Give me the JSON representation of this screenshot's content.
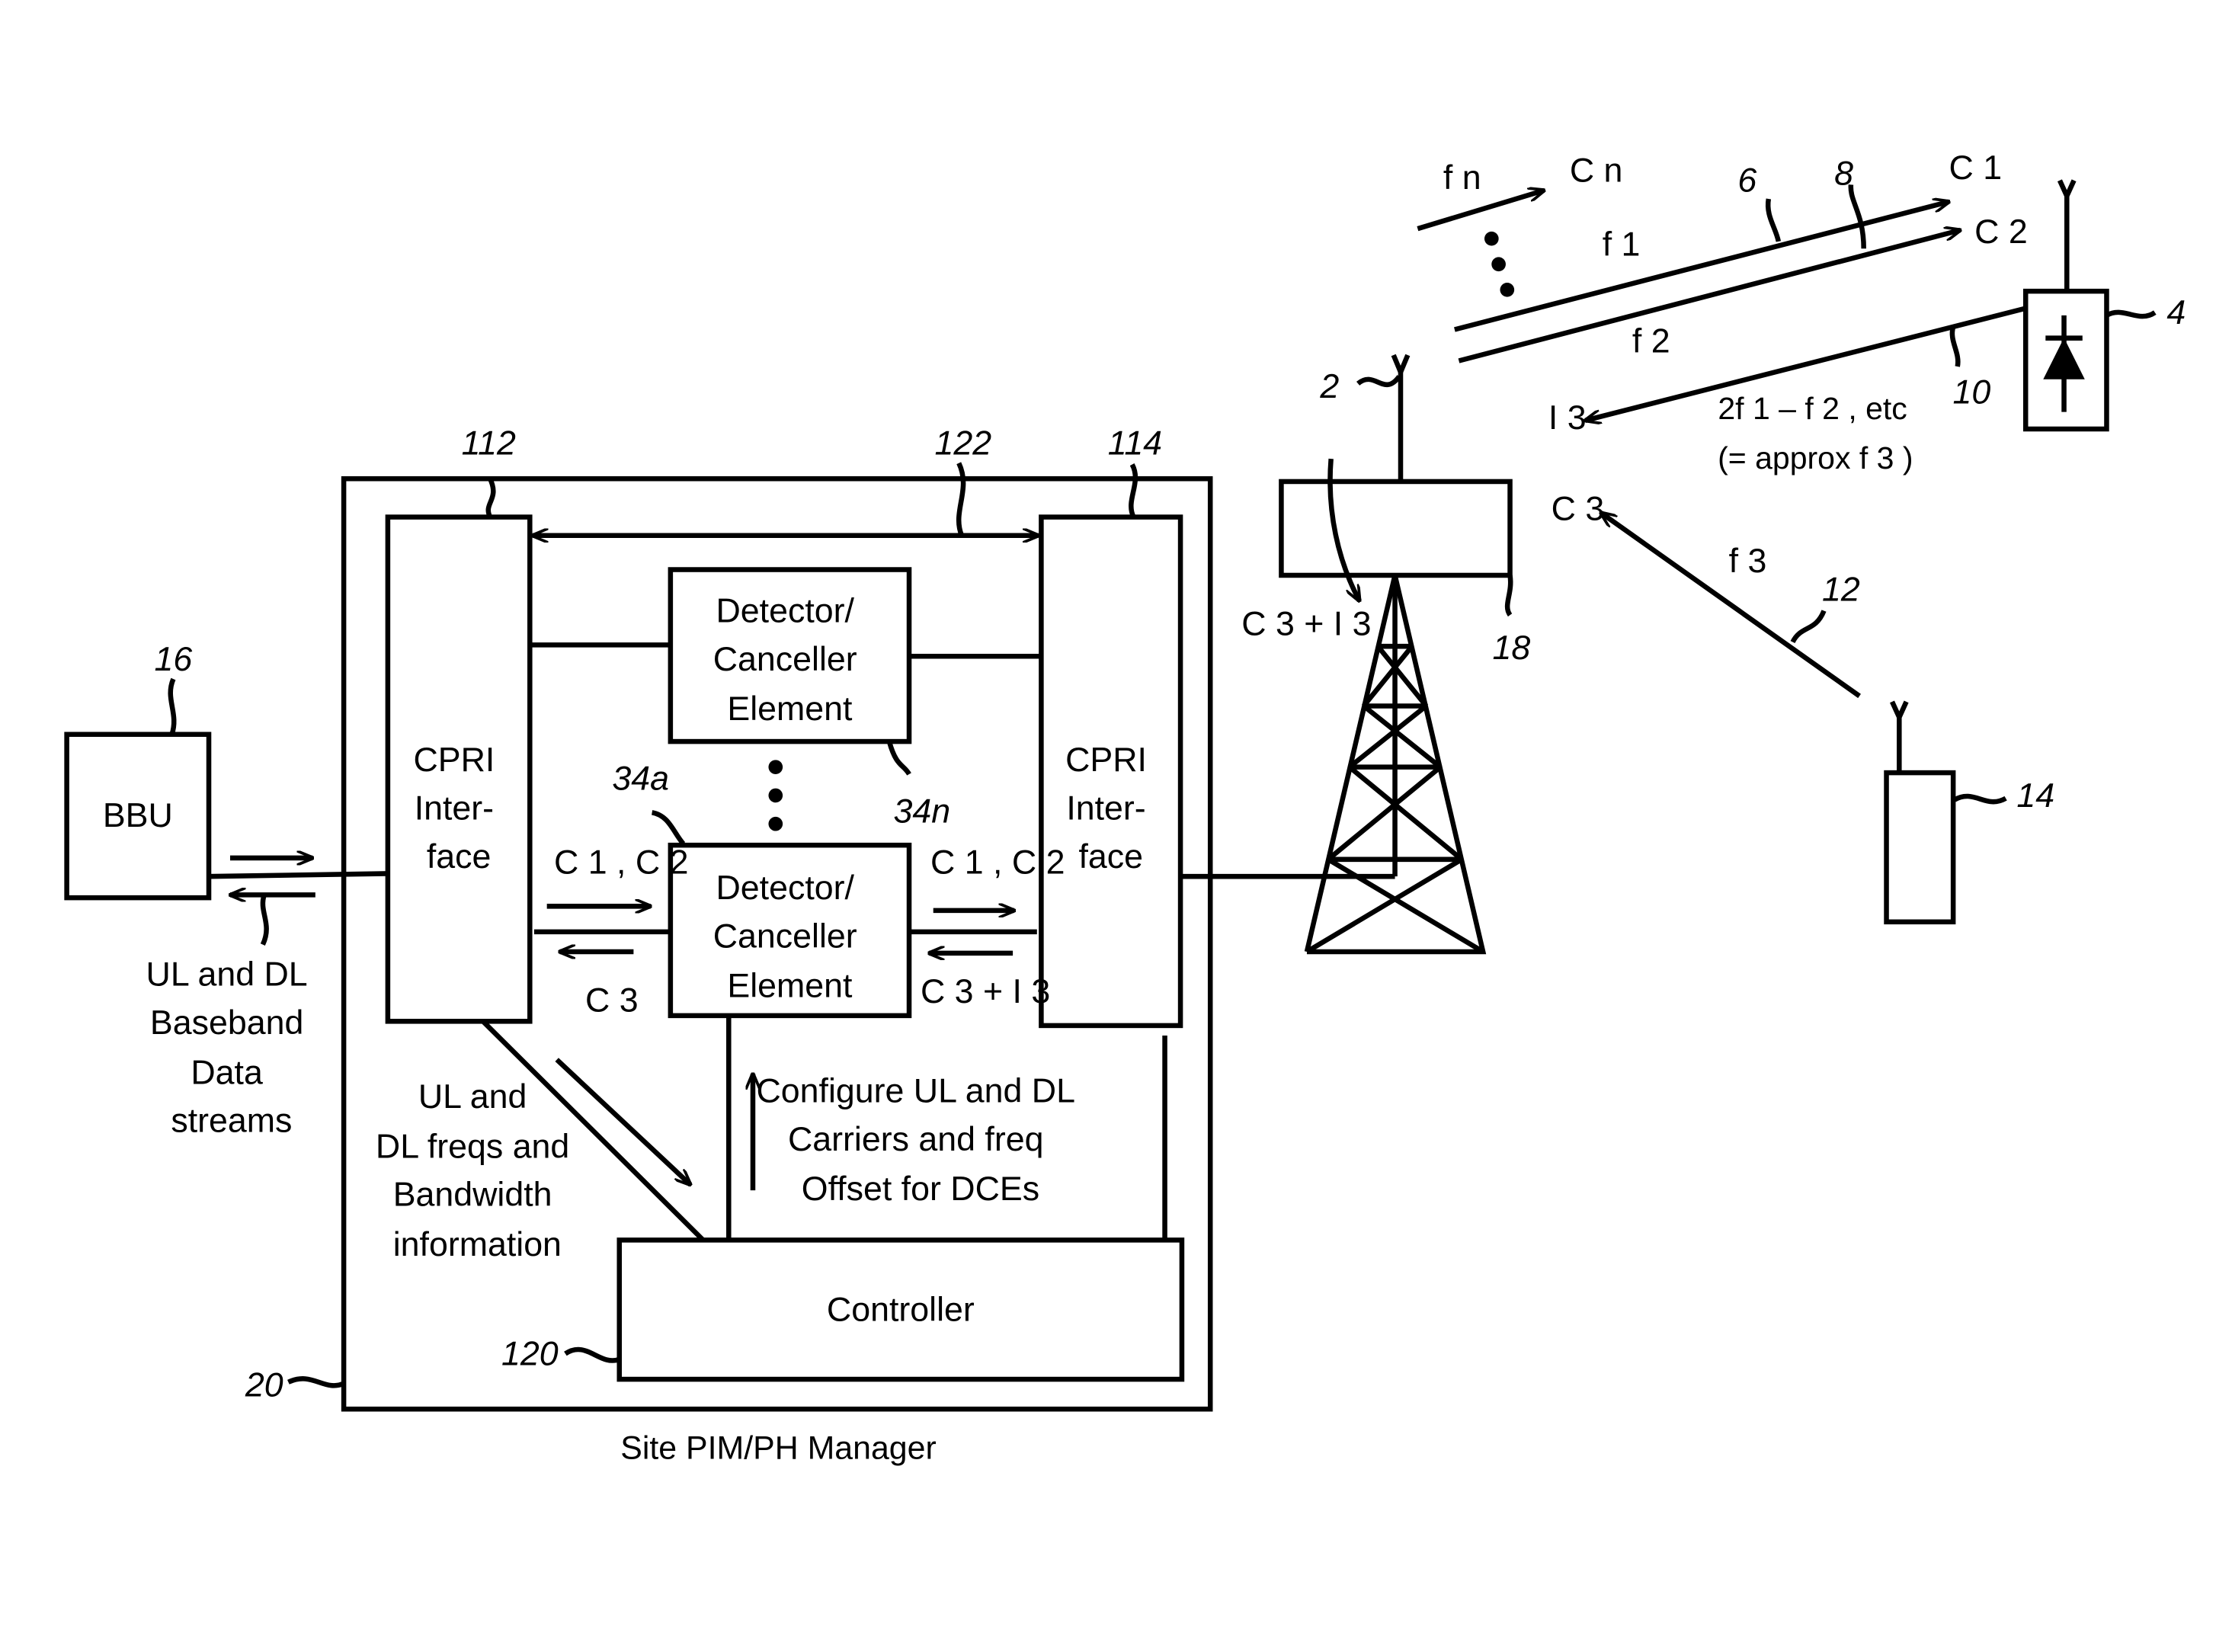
{
  "labels": {
    "bbu": "BBU",
    "cpri_left": [
      "CPRI",
      "Inter-",
      "face"
    ],
    "cpri_right": [
      "CPRI",
      "Inter-",
      "face"
    ],
    "dce_top": [
      "Detector/",
      "Canceller",
      "Element"
    ],
    "dce_bottom": [
      "Detector/",
      "Canceller",
      "Element"
    ],
    "controller": "Controller",
    "manager_caption": "Site PIM/PH Manager",
    "baseband_streams": [
      "UL and DL",
      "Baseband",
      "Data",
      "streams"
    ],
    "ul_dl_freqs": [
      "UL and",
      "DL freqs and",
      "Bandwidth",
      "information"
    ],
    "configure": [
      "Configure UL and DL",
      "Carriers and freq",
      "Offset for DCEs"
    ],
    "intermod_eq": "2f 1 – f 2 , etc",
    "intermod_approx": "(= approx f 3 )"
  },
  "signals": {
    "c1_c2_left": "C 1 , C 2",
    "c1_c2_right": "C 1 , C 2",
    "c3_left": "C 3",
    "c3_i3_right": "C 3 + I 3",
    "c3_i3_tower": "C 3 + I 3",
    "fn": "f n",
    "cn": "C n",
    "f1": "f 1",
    "f2": "f 2",
    "f3": "f 3",
    "c1": "C 1",
    "c2": "C 2",
    "c3": "C 3",
    "i3": "I 3"
  },
  "refs": {
    "r2": "2",
    "r4": "4",
    "r6": "6",
    "r8": "8",
    "r10": "10",
    "r12": "12",
    "r14": "14",
    "r16": "16",
    "r18": "18",
    "r20": "20",
    "r34a": "34a",
    "r34n": "34n",
    "r112": "112",
    "r114": "114",
    "r120": "120",
    "r122": "122"
  }
}
